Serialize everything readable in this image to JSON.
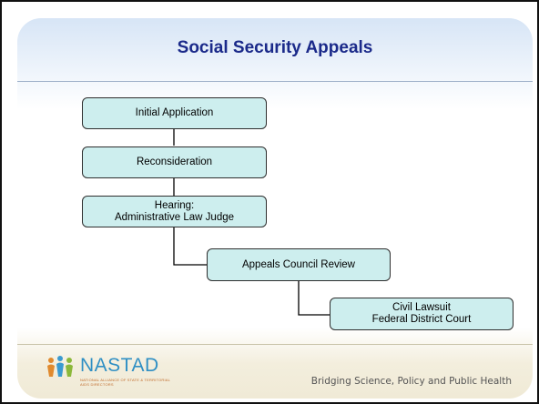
{
  "slide": {
    "title": "Social Security Appeals"
  },
  "flow": {
    "steps": [
      {
        "lines": [
          "Initial Application"
        ]
      },
      {
        "lines": [
          "Reconsideration"
        ]
      },
      {
        "lines": [
          "Hearing:",
          "Administrative Law Judge"
        ]
      },
      {
        "lines": [
          "Appeals Council Review"
        ]
      },
      {
        "lines": [
          "Civil Lawsuit",
          "Federal District Court"
        ]
      }
    ],
    "connections": [
      {
        "from": "Initial Application",
        "to": "Reconsideration"
      },
      {
        "from": "Reconsideration",
        "to": "Hearing: Administrative Law Judge"
      },
      {
        "from": "Hearing: Administrative Law Judge",
        "to": "Appeals Council Review"
      },
      {
        "from": "Appeals Council Review",
        "to": "Civil Lawsuit Federal District Court"
      }
    ]
  },
  "footer": {
    "logo_text": "NASTAD",
    "logo_subtext": "NATIONAL ALLIANCE OF STATE & TERRITORIAL AIDS DIRECTORS",
    "tagline": "Bridging Science, Policy and Public Health"
  },
  "colors": {
    "title": "#1b2a8a",
    "box_fill": "#cdeeee",
    "box_border": "#2e2e2e",
    "logo_text": "#2f8fc4",
    "logo_subtext": "#c06a2a",
    "connector": "#000000"
  }
}
